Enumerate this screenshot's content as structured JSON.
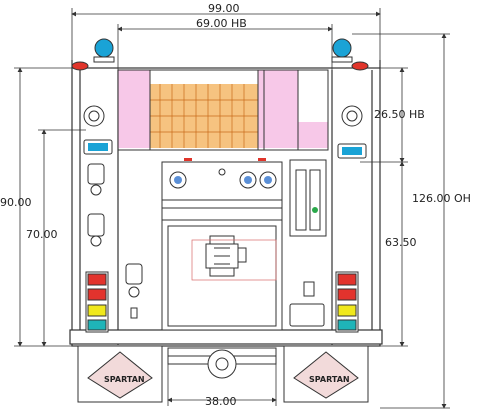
{
  "dimensions": {
    "overall_width": "99.00",
    "hose_bed_width": "69.00 HB",
    "overall_height_left": "90.00",
    "compartment_height_left": "70.00",
    "hose_bed_height": "26.50 HB",
    "overall_height": "126.00 OH",
    "compartment_height_right": "63.50",
    "step_width": "38.00"
  },
  "branding": {
    "left_logo_text": "SPARTAN",
    "right_logo_text": "SPARTAN"
  },
  "colors": {
    "beacon_blue": "#1aa3d6",
    "beacon_red": "#e0342a",
    "hose_bed_orange": "#f4b96a",
    "hose_bed_pink": "#f2a3d8",
    "light_red": "#e2332d",
    "light_yellow": "#f0e81c",
    "light_teal": "#1fb4b8",
    "gauge_blue": "#5b8fd6",
    "dimension_line": "#333333"
  },
  "icons": [
    "beacon-icon",
    "flood-light-icon",
    "scene-light-icon",
    "gauge-icon",
    "tail-light-icon",
    "sensor-icon",
    "spartan-logo-icon"
  ]
}
